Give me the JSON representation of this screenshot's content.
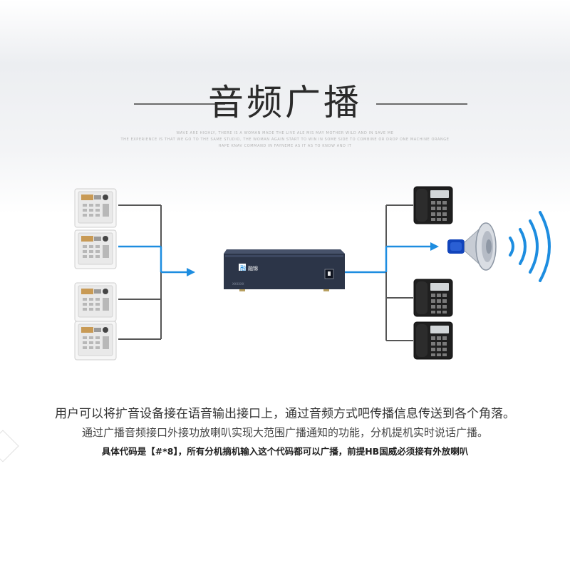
{
  "title": "音频广播",
  "subtitle": {
    "line1": "WAVE ARE HIGHLY, THERE IS A WOMAN MADE THE LIVE ALE MIS MAY MOTHER WILD AND IN SAVE ME",
    "line2": "THE EXPERIENCE IS THAT WE GO TO THE SAME STUDIO, THE WOMAN AGAIN START TO WIN IN SOME SIDE TO COMBINE OR DROP ONE MACHINE ORANGE",
    "line3": "HAPE KNAV COMMAND IN FAYNEME AS IT AS TO KNOW AND IT"
  },
  "device": {
    "logo": "融",
    "brand": "融锦",
    "model": "XXXXXX"
  },
  "description": {
    "line1": "用户可以将扩音设备接在语音输出接口上，通过音频方式吧传播信息传送到各个角落。",
    "line2": "通过广播音频接口外接功放喇叭实现大范围广播通知的功能，分机提机实时说话广播。",
    "line3": "具体代码是【#*8】，所有分机摘机输入这个代码都可以广播，前提HB国威必须接有外放喇叭"
  },
  "colors": {
    "accent_blue": "#1d8de0",
    "line_gray": "#555555",
    "device_body": "#2c3548",
    "speaker_blue": "#1144bb"
  }
}
